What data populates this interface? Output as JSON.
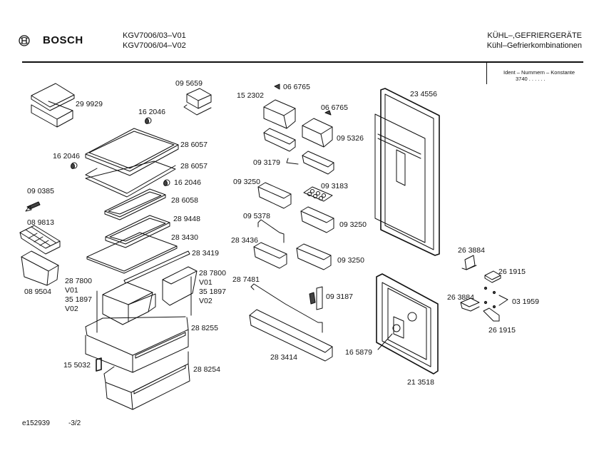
{
  "header": {
    "brand": "BOSCH",
    "brand_logo_icon": "bosch-armature-logo-icon",
    "models": [
      "KGV7006/03–V01",
      "KGV7006/04–V02"
    ],
    "category": "KÜHL–,GEFRIERGERÄTE",
    "subcategory": "Kühl–Gefrierkombinationen"
  },
  "ident": {
    "label": "Ident – Nummern – Konstante",
    "value": "3740  .  .    .  .  .  ."
  },
  "footer": {
    "drawing_id": "e152939",
    "page": "-3/2"
  },
  "parts": {
    "p299929": "29 9929",
    "p095659": "09 5659",
    "p162046a": "16 2046",
    "p286057a": "28 6057",
    "p162046b": "16 2046",
    "p286057b": "28 6057",
    "p162046c": "16 2046",
    "p090385": "09 0385",
    "p286058": "28 6058",
    "p089813": "08 9813",
    "p289448": "28 9448",
    "p283430": "28 3430",
    "p283419": "28 3419",
    "p089504": "08 9504",
    "left_drawer": [
      "28 7800",
      "V01",
      "35 1897",
      "V02"
    ],
    "right_drawer": [
      "28 7800",
      "V01",
      "35 1897",
      "V02"
    ],
    "p288255": "28 8255",
    "p155032": "15 5032",
    "p288254": "28 8254",
    "p066765a": "06 6765",
    "p152302": "15 2302",
    "p066765b": "06 6765",
    "p095326": "09 5326",
    "p093179": "09 3179",
    "p093250a": "09 3250",
    "p093183": "09 3183",
    "p095378": "09 5378",
    "p093250b": "09 3250",
    "p283436": "28 3436",
    "p093250c": "09 3250",
    "p287481": "28 7481",
    "p093187": "09 3187",
    "p283414": "28 3414",
    "p234556": "23 4556",
    "p165879": "16 5879",
    "p213518": "21 3518",
    "p263884a": "26 3884",
    "p261915a": "26 1915",
    "p031959": "03 1959",
    "p263884b": "26 3884",
    "p261915b": "26 1915"
  }
}
